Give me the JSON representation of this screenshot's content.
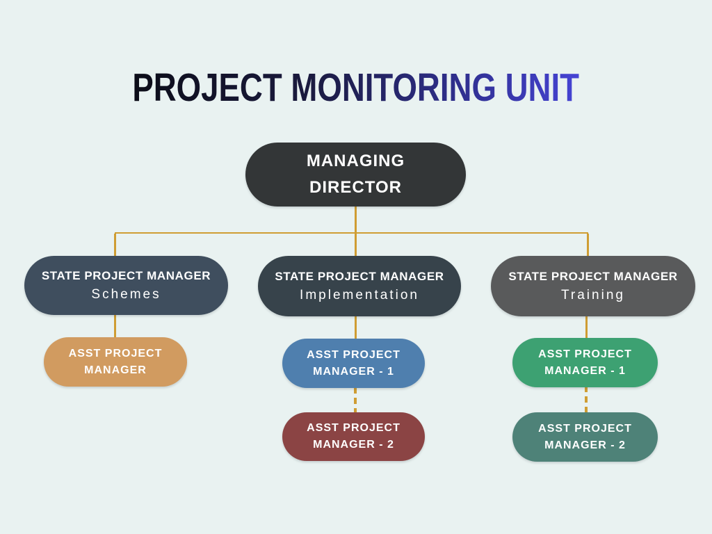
{
  "title": "PROJECT MONITORING UNIT",
  "palette": {
    "background": "#e9f2f1",
    "connector": "#cf9d33",
    "title_gradient_start": "#0c0d18",
    "title_gradient_end": "#4543d4"
  },
  "root": {
    "line1": "MANAGING",
    "line2": "DIRECTOR",
    "bg": "#333637"
  },
  "managers": [
    {
      "role": "STATE PROJECT MANAGER",
      "dept": "Schemes",
      "bg": "#3f4e5e"
    },
    {
      "role": "STATE PROJECT MANAGER",
      "dept": "Implementation",
      "bg": "#37434b"
    },
    {
      "role": "STATE PROJECT MANAGER",
      "dept": "Training",
      "bg": "#595a5b"
    }
  ],
  "assistants": [
    {
      "line1": "ASST PROJECT",
      "line2": "MANAGER",
      "bg": "#d19b60"
    },
    {
      "line1": "ASST PROJECT",
      "line2": "MANAGER - 1",
      "bg": "#4f7fae"
    },
    {
      "line1": "ASST PROJECT",
      "line2": "MANAGER - 2",
      "bg": "#8b4444"
    },
    {
      "line1": "ASST PROJECT",
      "line2": "MANAGER - 1",
      "bg": "#3da172"
    },
    {
      "line1": "ASST PROJECT",
      "line2": "MANAGER - 2",
      "bg": "#4e8278"
    }
  ]
}
